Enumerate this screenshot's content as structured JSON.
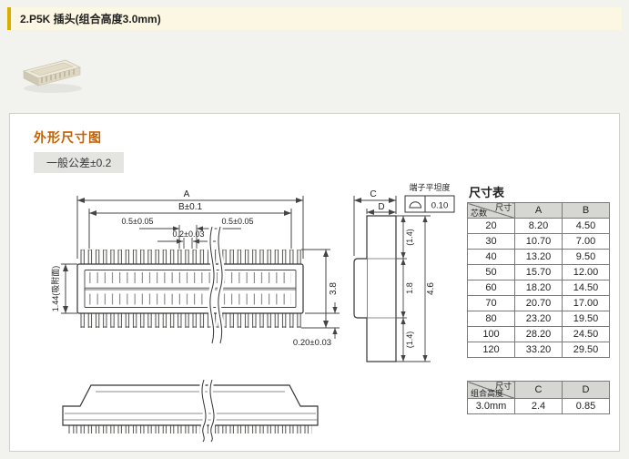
{
  "page": {
    "title": "2.P5K 插头(组合高度3.0mm)"
  },
  "colors": {
    "accent_heading": "#c26100",
    "title_bar_bg": "#fcf7e2",
    "title_bar_border": "#d8ae00",
    "table_header_bg": "#d6d6d3"
  },
  "panel": {
    "heading": "外形尺寸图",
    "tolerance_note": "一般公差±0.2"
  },
  "drawing": {
    "dims": {
      "a": "A",
      "b": "B±0.1",
      "pitch_left": "0.5±0.05",
      "pitch_right": "0.5±0.05",
      "pin_width": "0.2±0.03",
      "suction_face": "1.44(吸附面)",
      "body_height": "3.8",
      "pin_foot": "0.20±0.03",
      "c": "C",
      "d": "D",
      "seg_top": "(1.4)",
      "seg_mid": "1.8",
      "seg_bottom": "(1.4)",
      "total_height": "4.6"
    },
    "flatness": {
      "label": "端子平坦度",
      "value": "0.10"
    }
  },
  "size_table": {
    "title": "尺寸表",
    "header": {
      "diag_top": "尺寸",
      "diag_bottom": "芯数",
      "col_a": "A",
      "col_b": "B"
    },
    "rows": [
      {
        "cores": "20",
        "a": "8.20",
        "b": "4.50"
      },
      {
        "cores": "30",
        "a": "10.70",
        "b": "7.00"
      },
      {
        "cores": "40",
        "a": "13.20",
        "b": "9.50"
      },
      {
        "cores": "50",
        "a": "15.70",
        "b": "12.00"
      },
      {
        "cores": "60",
        "a": "18.20",
        "b": "14.50"
      },
      {
        "cores": "70",
        "a": "20.70",
        "b": "17.00"
      },
      {
        "cores": "80",
        "a": "23.20",
        "b": "19.50"
      },
      {
        "cores": "100",
        "a": "28.20",
        "b": "24.50"
      },
      {
        "cores": "120",
        "a": "33.20",
        "b": "29.50"
      }
    ]
  },
  "height_table": {
    "header": {
      "diag_top": "尺寸",
      "diag_bottom": "组合高度",
      "col_c": "C",
      "col_d": "D"
    },
    "row": {
      "height": "3.0mm",
      "c": "2.4",
      "d": "0.85"
    }
  }
}
